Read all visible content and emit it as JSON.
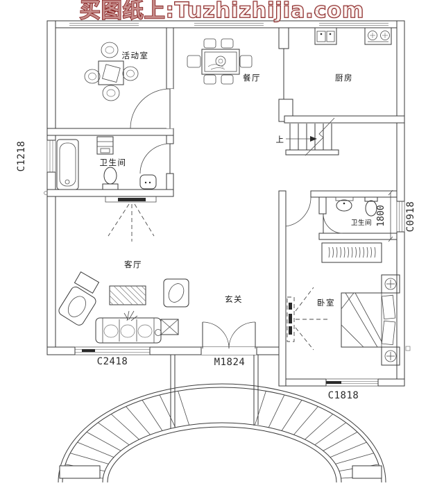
{
  "watermark": {
    "text": "买图纸上:Tuzhizhijia.com",
    "color": "#7e1212"
  },
  "rooms": {
    "activity_room": "活动室",
    "dining_room": "餐厅",
    "kitchen": "厨房",
    "bathroom_left": "卫生间",
    "bathroom_right": "卫生间",
    "living_room": "客厅",
    "entry": "玄关",
    "bedroom": "卧室"
  },
  "annotations": {
    "stairs_up": "上",
    "bath_depth_mm": "1800"
  },
  "openings": {
    "left_window": "C1218",
    "right_window": "C0918",
    "living_window": "C2418",
    "entry_door": "M1824",
    "bedroom_window": "C1818"
  }
}
